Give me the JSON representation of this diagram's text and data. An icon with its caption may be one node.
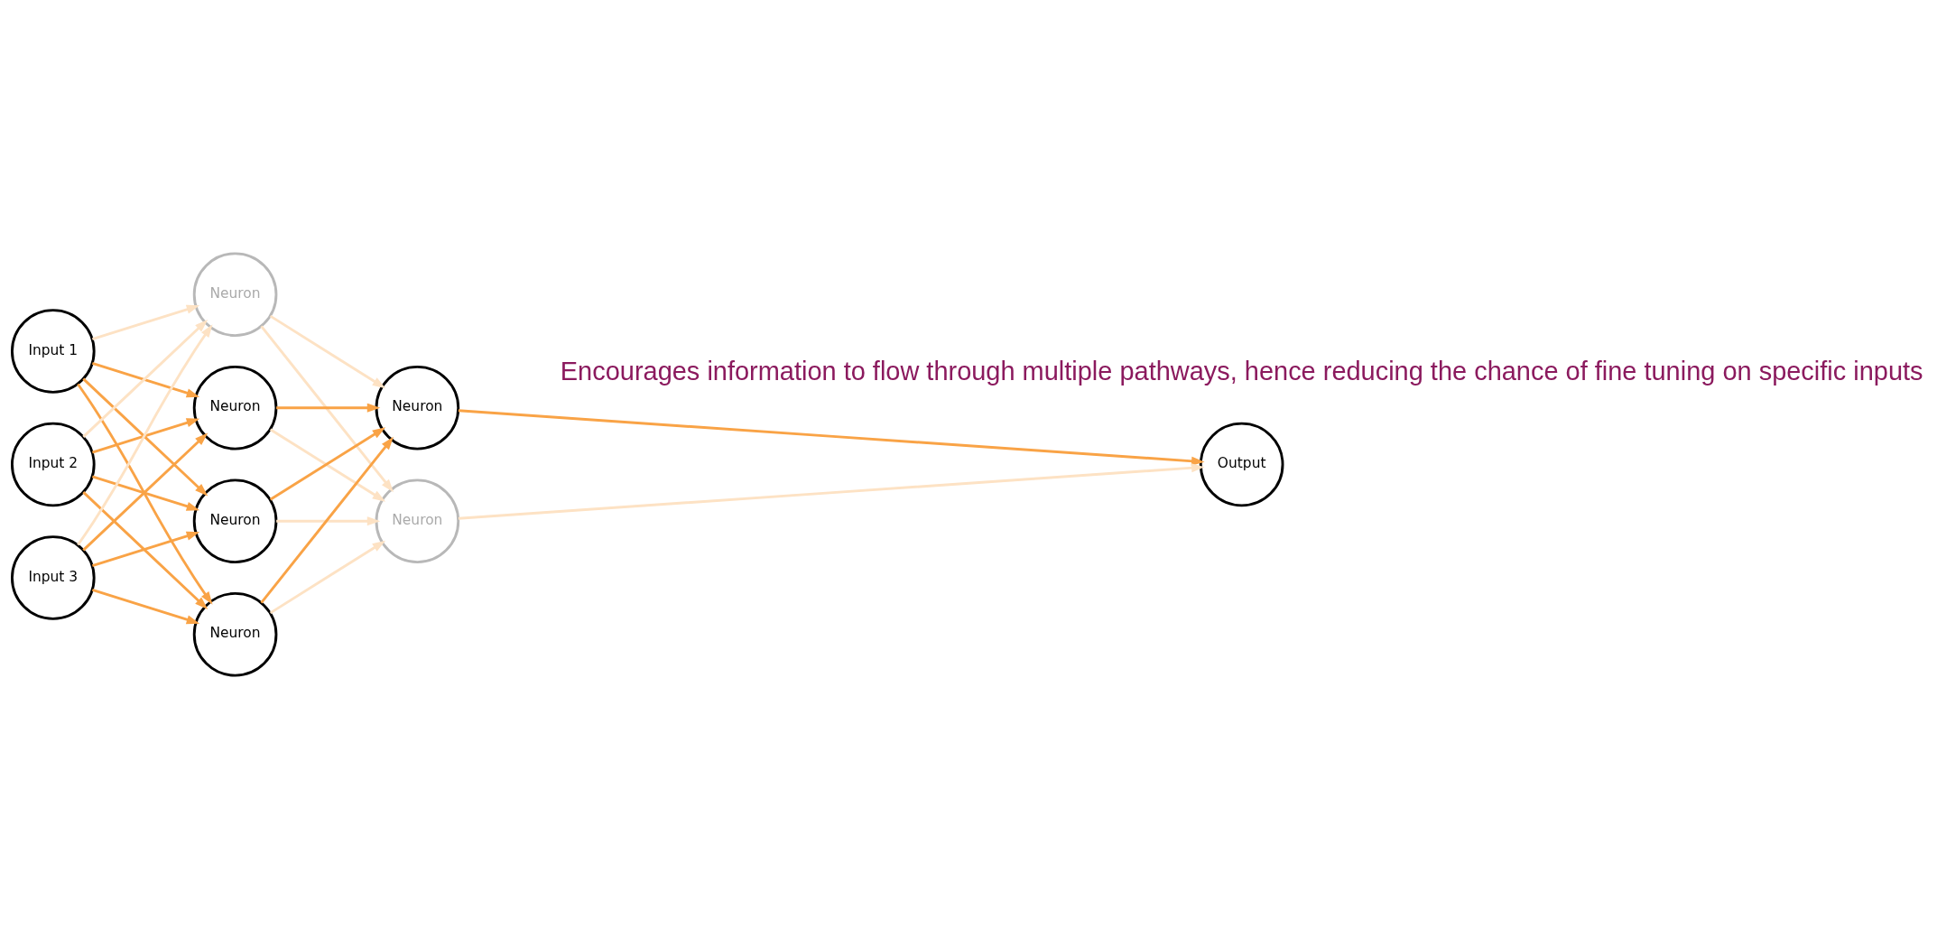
{
  "diagram": {
    "nodes": [
      {
        "text": [
          "Input 1"
        ]
      },
      {
        "text": [
          "Input 2"
        ]
      },
      {
        "text": [
          "Input 3"
        ]
      },
      {
        "text": [
          "Neuron"
        ]
      },
      {
        "text": [
          "Neuron"
        ]
      },
      {
        "text": [
          "Neuron"
        ]
      },
      {
        "text": [
          "Neuron"
        ]
      },
      {
        "text": [
          "Neuron"
        ]
      },
      {
        "text": [
          "Neuron"
        ]
      },
      {
        "text": [
          "Output"
        ]
      }
    ],
    "edges": [
      {
        "from": 0,
        "to": 3,
        "arrow": "to",
        "color": "#fde2c4"
      },
      {
        "from": 0,
        "to": 4,
        "arrow": "to"
      },
      {
        "from": 0,
        "to": 5,
        "arrow": "to"
      },
      {
        "from": 0,
        "to": 6,
        "arrow": "to"
      },
      {
        "from": 1,
        "to": 3,
        "arrow": "to",
        "color": "#fde2c4"
      },
      {
        "from": 1,
        "to": 4,
        "arrow": "to"
      },
      {
        "from": 1,
        "to": 5,
        "arrow": "to"
      },
      {
        "from": 1,
        "to": 6,
        "arrow": "to"
      },
      {
        "from": 2,
        "to": 3,
        "arrow": "to",
        "color": "#fde2c4"
      },
      {
        "from": 2,
        "to": 4,
        "arrow": "to"
      },
      {
        "from": 2,
        "to": 5,
        "arrow": "to"
      },
      {
        "from": 2,
        "to": 6,
        "arrow": "to"
      },
      {
        "from": 3,
        "to": 7,
        "arrow": "to",
        "color": "#fde2c4"
      },
      {
        "from": 3,
        "to": 8,
        "arrow": "to",
        "color": "#fde2c4"
      },
      {
        "from": 4,
        "to": 7,
        "arrow": "to"
      },
      {
        "from": 4,
        "to": 8,
        "arrow": "to",
        "color": "#fde2c4"
      },
      {
        "from": 5,
        "to": 7,
        "arrow": "to"
      },
      {
        "from": 5,
        "to": 8,
        "arrow": "to",
        "color": "#fde2c4"
      },
      {
        "from": 6,
        "to": 7,
        "arrow": "to"
      },
      {
        "from": 6,
        "to": 8,
        "arrow": "to",
        "color": "#fde2c4"
      },
      {
        "from": 7,
        "to": 9,
        "arrow": "to"
      },
      {
        "from": 8,
        "to": 9,
        "arrow": "to",
        "color": "#fde2c4"
      }
    ],
    "labels": [
      "Encourages information to flow through multiple pathways, hence reducing the chance of fine tuning on specific inputs"
    ]
  }
}
